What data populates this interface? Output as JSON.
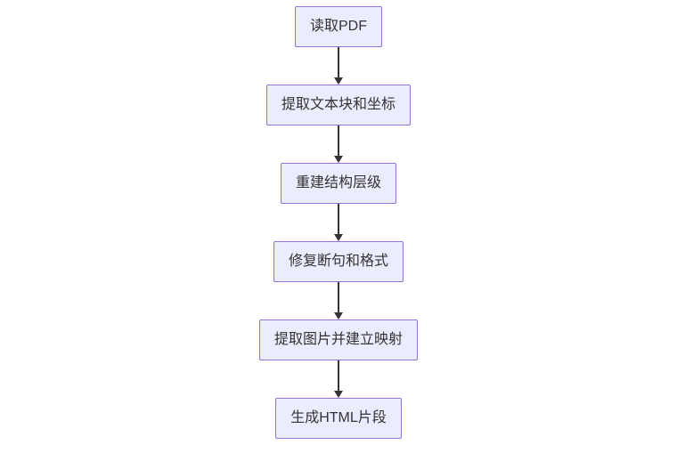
{
  "diagram": {
    "type": "flowchart",
    "direction": "top-down",
    "nodes": [
      {
        "id": "read-pdf",
        "label": "读取PDF"
      },
      {
        "id": "extract-text-blocks",
        "label": "提取文本块和坐标"
      },
      {
        "id": "rebuild-structure",
        "label": "重建结构层级"
      },
      {
        "id": "fix-breaks-format",
        "label": "修复断句和格式"
      },
      {
        "id": "extract-images-map",
        "label": "提取图片并建立映射"
      },
      {
        "id": "generate-html",
        "label": "生成HTML片段"
      }
    ],
    "edges": [
      {
        "from": "read-pdf",
        "to": "extract-text-blocks"
      },
      {
        "from": "extract-text-blocks",
        "to": "rebuild-structure"
      },
      {
        "from": "rebuild-structure",
        "to": "fix-breaks-format"
      },
      {
        "from": "fix-breaks-format",
        "to": "extract-images-map"
      },
      {
        "from": "extract-images-map",
        "to": "generate-html"
      }
    ],
    "colors": {
      "node_fill": "#ECECFF",
      "node_border": "#9370DB",
      "node_text": "#333333",
      "arrow": "#333333",
      "background": "#ffffff"
    }
  }
}
